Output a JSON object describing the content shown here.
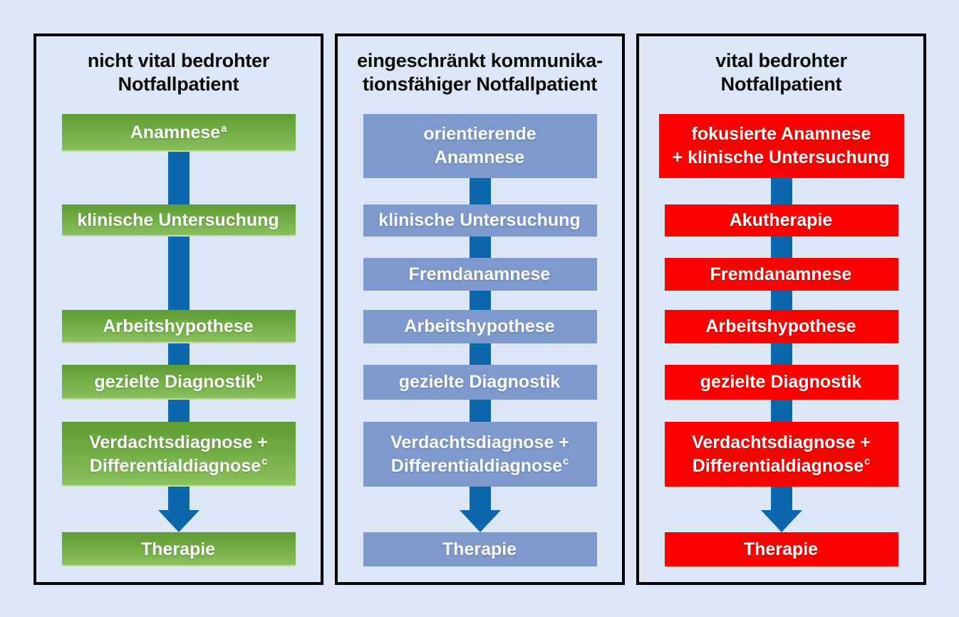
{
  "colors": {
    "page_bg": "#dbe7f4",
    "panel_border": "#000000",
    "arrow": "#0c67ad",
    "blue_box": "#7e99cd",
    "red_box": "#fa0202",
    "green_top": "#5d9d33",
    "green_mid": "#74af47",
    "green_bottom": "#8cc360",
    "box_text": "#ffffff",
    "title_text": "#0a0a0a"
  },
  "columns": [
    {
      "title": "nicht vital bedrohter\nNotfallpatient",
      "boxes": [
        {
          "label": "Anamnese",
          "sup": "a"
        },
        {
          "label": "klinische Untersuchung",
          "sup": ""
        },
        {
          "label": "Arbeitshypothese",
          "sup": ""
        },
        {
          "label": "gezielte Diagnostik",
          "sup": "b"
        },
        {
          "label": "Verdachtsdiagnose +\nDifferentialdiagnose",
          "sup": "c"
        },
        {
          "label": "Therapie",
          "sup": ""
        }
      ]
    },
    {
      "title": "eingeschränkt kommunika-\ntionsfähiger Notfallpatient",
      "boxes": [
        {
          "label": "orientierende\nAnamnese",
          "sup": ""
        },
        {
          "label": "klinische Untersuchung",
          "sup": ""
        },
        {
          "label": "Fremdanamnese",
          "sup": ""
        },
        {
          "label": "Arbeitshypothese",
          "sup": ""
        },
        {
          "label": "gezielte Diagnostik",
          "sup": ""
        },
        {
          "label": "Verdachtsdiagnose +\nDifferentialdiagnose",
          "sup": "c"
        },
        {
          "label": "Therapie",
          "sup": ""
        }
      ]
    },
    {
      "title": "vital bedrohter\nNotfallpatient",
      "boxes": [
        {
          "label": "fokusierte Anamnese\n+ klinische Untersuchung",
          "sup": ""
        },
        {
          "label": "Akutherapie",
          "sup": ""
        },
        {
          "label": "Fremdanamnese",
          "sup": ""
        },
        {
          "label": "Arbeitshypothese",
          "sup": ""
        },
        {
          "label": "gezielte Diagnostik",
          "sup": ""
        },
        {
          "label": "Verdachtsdiagnose +\nDifferentialdiagnose",
          "sup": "c"
        },
        {
          "label": "Therapie",
          "sup": ""
        }
      ]
    }
  ]
}
